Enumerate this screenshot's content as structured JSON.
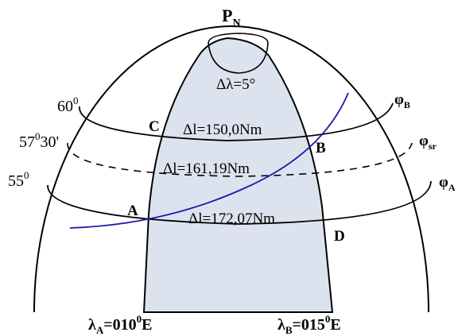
{
  "pole": {
    "label": "P",
    "sub": "N"
  },
  "delta_lambda": "Δλ=5°",
  "latitudes": {
    "lat60": {
      "text": "60",
      "sup": "0"
    },
    "lat57": {
      "text": "57",
      "sup": "0",
      "rest": "30'"
    },
    "lat55": {
      "text": "55",
      "sup": "0"
    }
  },
  "phi_labels": {
    "phiB": {
      "text": "φ",
      "sub": "B"
    },
    "phiSr": {
      "text": "φ",
      "sub": "sr"
    },
    "phiA": {
      "text": "φ",
      "sub": "A"
    }
  },
  "points": {
    "A": "A",
    "B": "B",
    "C": "C",
    "D": "D"
  },
  "departures": {
    "top": "Δl=150,0Nm",
    "mid": "Δl=161,19Nm",
    "bottom": "Δl=172,07Nm"
  },
  "meridians": {
    "lambdaA": {
      "sym": "λ",
      "sub": "A",
      "value": "=010",
      "sup": "0",
      "suffix": "E"
    },
    "lambdaB": {
      "sym": "λ",
      "sub": "B",
      "value": "=015",
      "sup": "0",
      "suffix": "E"
    }
  },
  "colors": {
    "strip_fill": "#dce3ef",
    "rhumb_line": "#1a1aa8",
    "outline": "#000000"
  }
}
